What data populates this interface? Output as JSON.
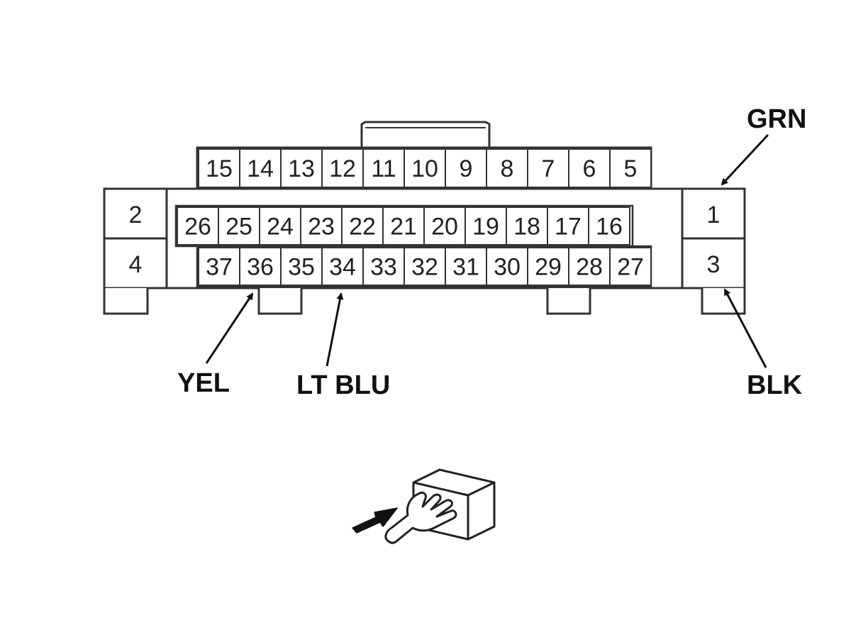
{
  "connector": {
    "top_row": [
      "15",
      "14",
      "13",
      "12",
      "11",
      "10",
      "9",
      "8",
      "7",
      "6",
      "5"
    ],
    "middle_row": [
      "26",
      "25",
      "24",
      "23",
      "22",
      "21",
      "20",
      "19",
      "18",
      "17",
      "16"
    ],
    "bottom_row": [
      "37",
      "36",
      "35",
      "34",
      "33",
      "32",
      "31",
      "30",
      "29",
      "28",
      "27"
    ],
    "left_pins": {
      "upper": "2",
      "lower": "4"
    },
    "right_pins": {
      "upper": "1",
      "lower": "3"
    }
  },
  "wire_labels": {
    "grn": "GRN",
    "yel": "YEL",
    "lt_blu": "LT BLU",
    "blk": "BLK"
  },
  "icons": {
    "view_direction": "hand-pushing-connector-icon"
  },
  "colors": {
    "line": "#333333",
    "cavity_fill": "#ffffff",
    "text": "#111111"
  }
}
